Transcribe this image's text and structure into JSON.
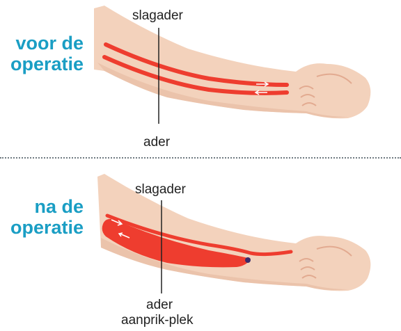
{
  "before": {
    "heading_line1": "voor de",
    "heading_line2": "operatie",
    "label_artery": "slagader",
    "label_vein": "ader"
  },
  "after": {
    "heading_line1": "na de",
    "heading_line2": "operatie",
    "label_artery": "slagader",
    "label_vein": "ader",
    "label_puncture": "aanprik-plek"
  },
  "colors": {
    "heading": "#1a9ec4",
    "skin": "#f3d2bc",
    "skin_shadow": "#e6b9a0",
    "vessel": "#ee3d2f",
    "vessel_dark": "#c8281d",
    "label_line": "#222222"
  }
}
